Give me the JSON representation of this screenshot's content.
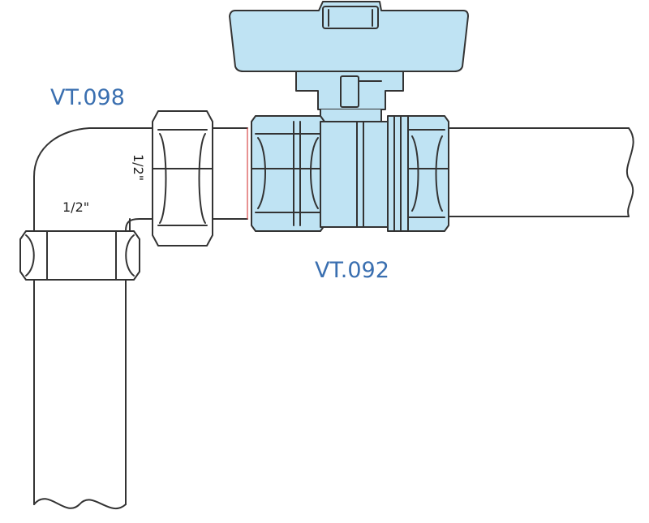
{
  "labels": {
    "elbow_code": "VT.098",
    "valve_code": "VT.092",
    "thread_vertical": "1/2\"",
    "thread_horizontal": "1/2\""
  },
  "colors": {
    "stroke": "#333333",
    "fill_valve": "#bfe3f3",
    "fill_blank": "#ffffff",
    "label_blue": "#3a6fb0",
    "seam_red": "#d84a4a"
  }
}
